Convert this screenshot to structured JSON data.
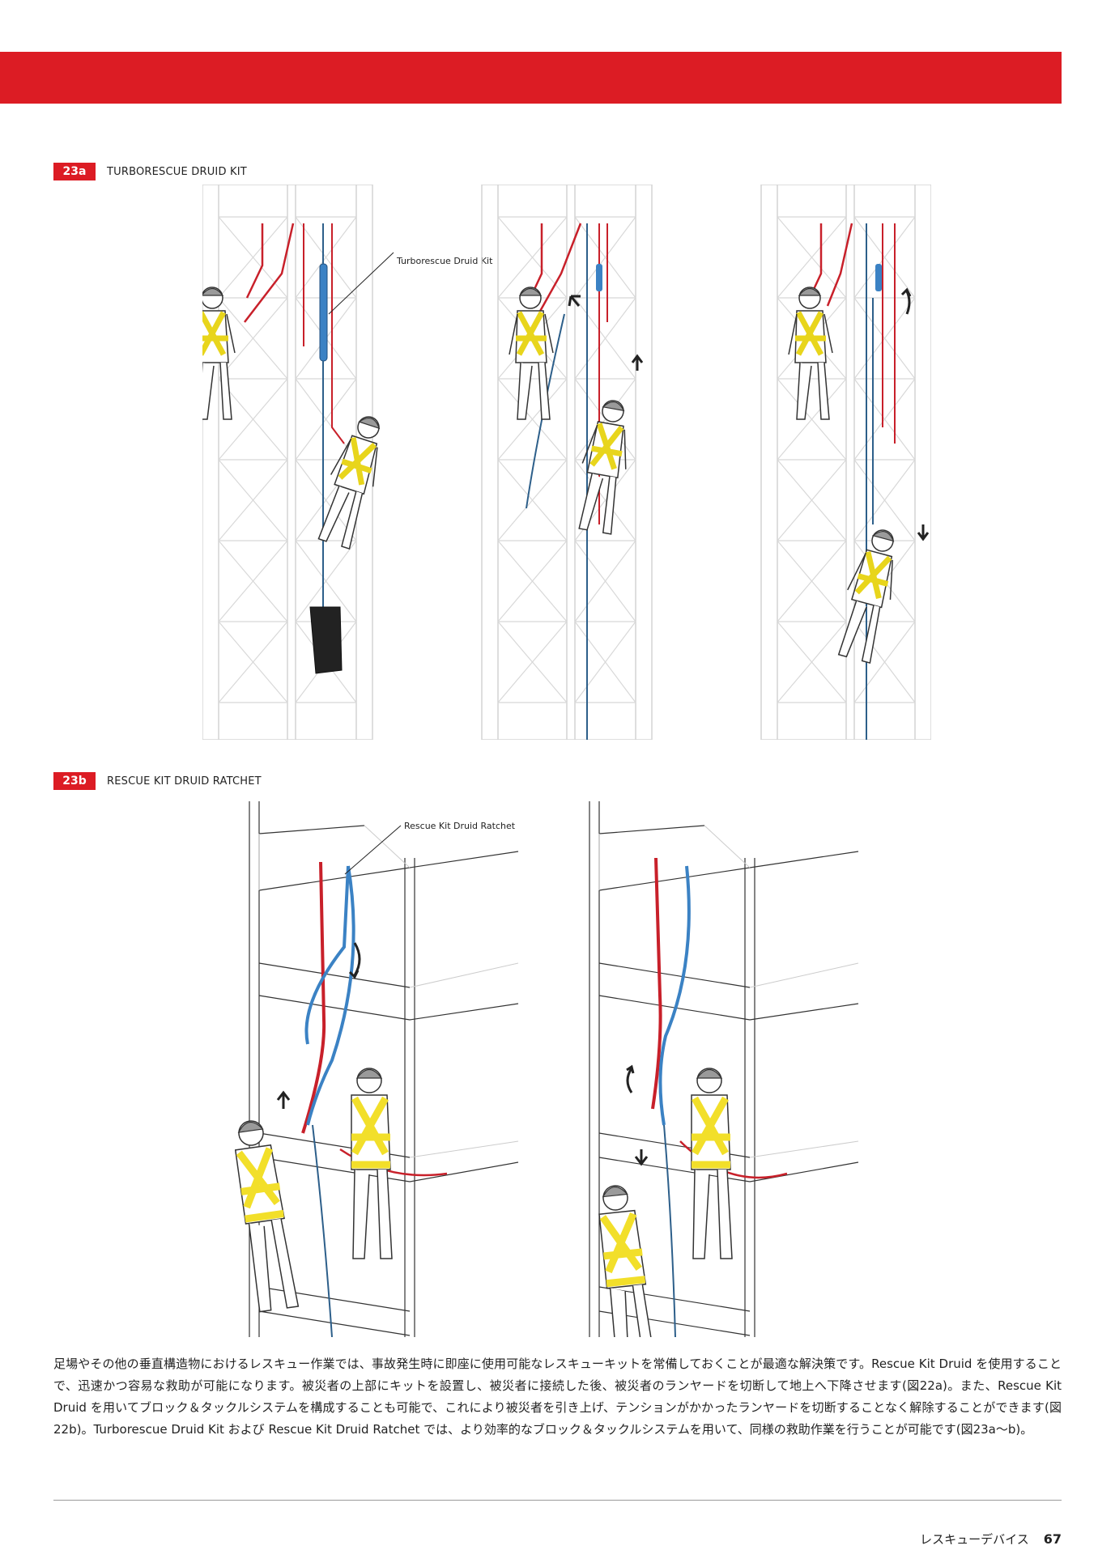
{
  "sections": {
    "a": {
      "tag": "23a",
      "title": "TURBORESCUE DRUID KIT",
      "callout": "Turborescue Druid Kit"
    },
    "b": {
      "tag": "23b",
      "title": "RESCUE KIT DRUID RATCHET",
      "callout": "Rescue Kit Druid Ratchet"
    }
  },
  "body_text": "足場やその他の垂直構造物におけるレスキュー作業では、事故発生時に即座に使用可能なレスキューキットを常備しておくことが最適な解決策です。Rescue Kit Druid を使用することで、迅速かつ容易な救助が可能になります。被災者の上部にキットを設置し、被災者に接続した後、被災者のランヤードを切断して地上へ下降させます(図22a)。また、Rescue Kit Druid を用いてブロック＆タックルシステムを構成することも可能で、これにより被災者を引き上げ、テンションがかかったランヤードを切断することなく解除することができます(図22b)。Turborescue Druid Kit および Rescue Kit Druid Ratchet では、より効率的なブロック＆タックルシステムを用いて、同様の救助作業を行うことが可能です(図23a～b)。",
  "footer": {
    "title": "レスキューデバイス",
    "page": "67"
  },
  "colors": {
    "brand_red": "#dc1c24",
    "rope_red": "#c8202a",
    "device_blue": "#3b82c4",
    "harness_yellow": "#f2df2a"
  }
}
